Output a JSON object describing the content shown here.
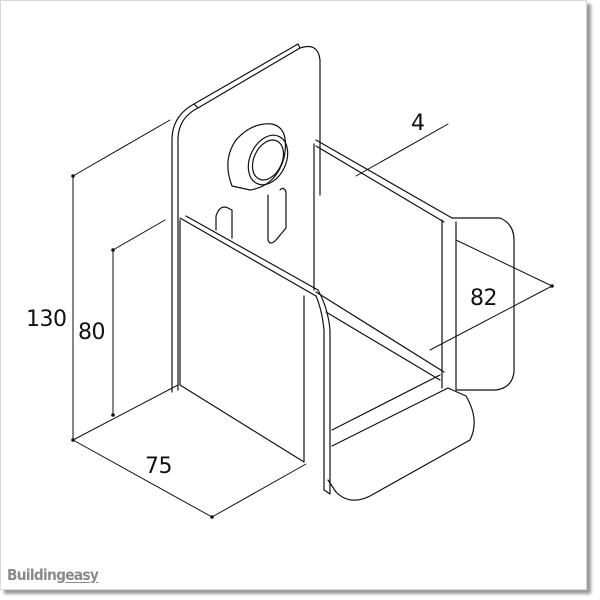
{
  "diagram": {
    "subject": "steel bracket with bolt hole and slot, isometric line drawing",
    "dimensions": {
      "height_total": "130",
      "height_inner": "80",
      "width": "75",
      "depth": "82",
      "thickness": "4"
    }
  },
  "watermark": {
    "brand_prefix": "Building",
    "brand_suffix": "easy"
  },
  "colors": {
    "line": "#111111",
    "watermark": "#8a8a8a",
    "frame_shadow": "#9a9a9a"
  }
}
